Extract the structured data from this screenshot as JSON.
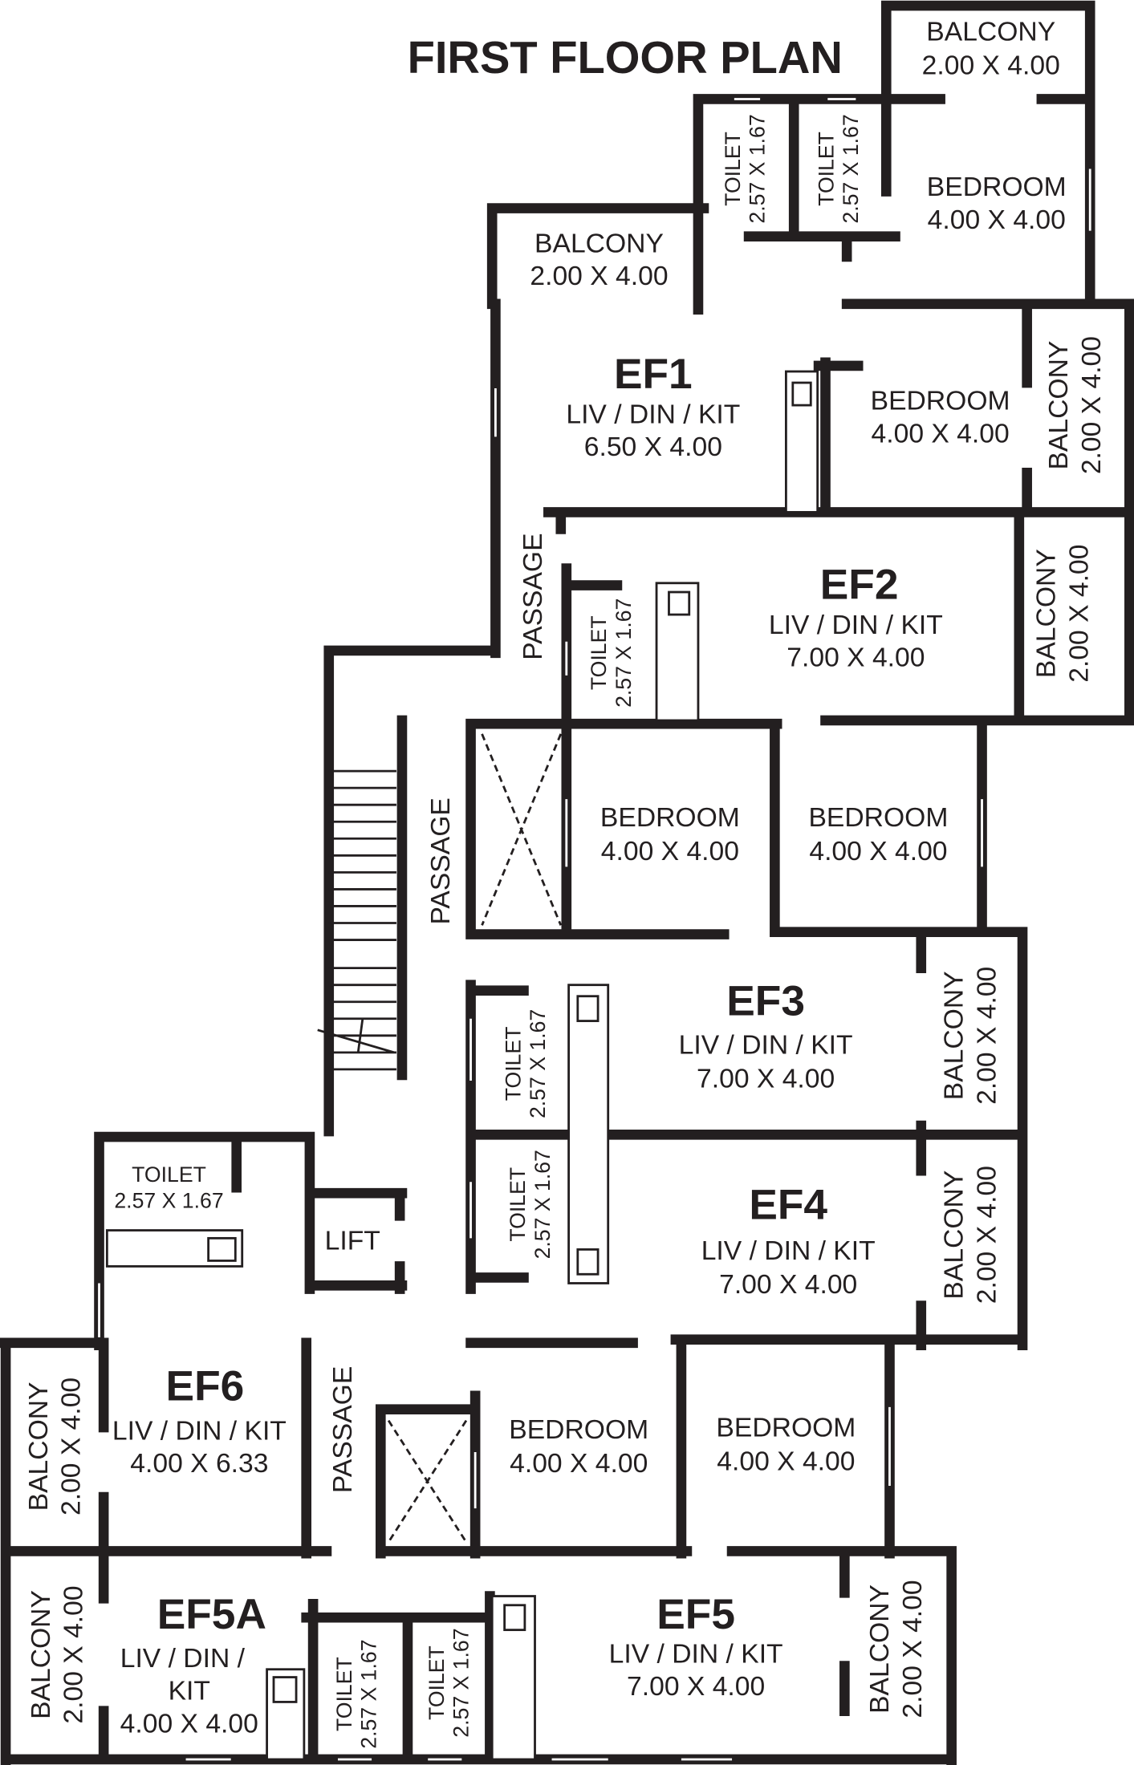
{
  "title": "FIRST FLOOR PLAN",
  "labels": {
    "balcony": "BALCONY",
    "bedroom": "BEDROOM",
    "toilet": "TOILET",
    "passage": "PASSAGE",
    "lift": "LIFT",
    "liv": "LIV / DIN / KIT",
    "liv_a": "LIV / DIN /",
    "kit": "KIT"
  },
  "dims": {
    "balcony": "2.00 X 4.00",
    "bedroom": "4.00 X 4.00",
    "toilet": "2.57 X 1.67",
    "ef1": "6.50 X 4.00",
    "ef2": "7.00 X 4.00",
    "ef3": "7.00 X 4.00",
    "ef4": "7.00 X 4.00",
    "ef5": "7.00 X 4.00",
    "ef6": "4.00 X 6.33",
    "ef5a": "4.00 X 4.00"
  },
  "units": {
    "ef1": "EF1",
    "ef2": "EF2",
    "ef3": "EF3",
    "ef4": "EF4",
    "ef5": "EF5",
    "ef5a": "EF5A",
    "ef6": "EF6"
  }
}
